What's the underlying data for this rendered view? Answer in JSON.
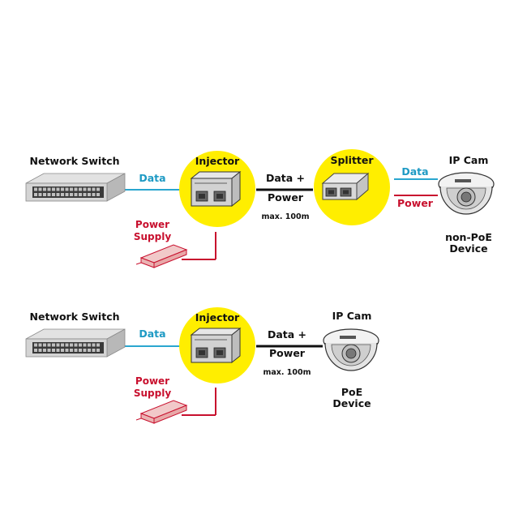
{
  "colors": {
    "data_line": "#2aa6cf",
    "power_line": "#c8102e",
    "combined_line": "#111111",
    "highlight_circle": "#ffee00",
    "label_text": "#111111",
    "data_text": "#1e9ac4",
    "power_text": "#c8102e"
  },
  "top": {
    "switch_label": "Network Switch",
    "data_label": "Data",
    "injector_label": "Injector",
    "power_supply_line1": "Power",
    "power_supply_line2": "Supply",
    "combined_line1": "Data +",
    "combined_line2": "Power",
    "distance": "max. 100m",
    "splitter_label": "Splitter",
    "split_data_label": "Data",
    "split_power_label": "Power",
    "cam_label": "IP Cam",
    "device_line1": "non-PoE",
    "device_line2": "Device"
  },
  "bottom": {
    "switch_label": "Network Switch",
    "data_label": "Data",
    "injector_label": "Injector",
    "power_supply_line1": "Power",
    "power_supply_line2": "Supply",
    "combined_line1": "Data +",
    "combined_line2": "Power",
    "distance": "max. 100m",
    "cam_label": "IP Cam",
    "device_line1": "PoE",
    "device_line2": "Device"
  },
  "icons": {
    "switch": "network-switch-icon",
    "injector": "poe-injector-icon",
    "power_supply": "power-supply-icon",
    "splitter": "poe-splitter-icon",
    "camera": "dome-camera-icon"
  }
}
